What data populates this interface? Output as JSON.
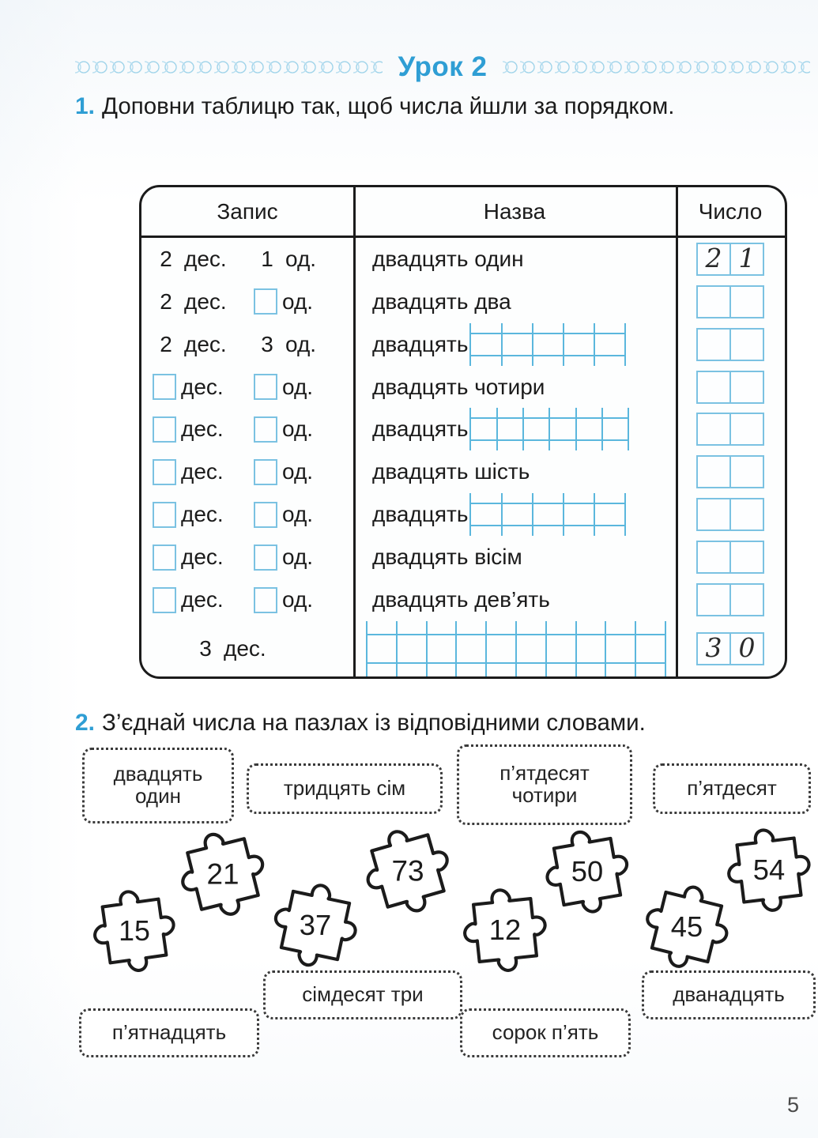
{
  "header": {
    "lesson_title": "Урок 2",
    "decoration": "diamond-chain"
  },
  "tasks": [
    {
      "number": "1.",
      "text": "Доповни таблицю так, щоб числа йшли за порядком."
    },
    {
      "number": "2.",
      "text": "З’єднай числа на пазлах із відповідними словами."
    }
  ],
  "table": {
    "headers": [
      "Запис",
      "Назва",
      "Число"
    ],
    "rows": [
      {
        "tens": "2",
        "tens_blank": false,
        "ones": "1",
        "ones_blank": false,
        "name": "двадцять один",
        "name_ruled": false,
        "number": "21",
        "number_digits": [
          "2",
          "1"
        ]
      },
      {
        "tens": "2",
        "tens_blank": false,
        "ones": "",
        "ones_blank": true,
        "name": "двадцять два",
        "name_ruled": false,
        "number": "",
        "number_digits": [
          "",
          ""
        ]
      },
      {
        "tens": "2",
        "tens_blank": false,
        "ones": "3",
        "ones_blank": false,
        "name": "двадцять",
        "name_ruled": true,
        "number": "",
        "number_digits": [
          "",
          ""
        ]
      },
      {
        "tens": "",
        "tens_blank": true,
        "ones": "",
        "ones_blank": true,
        "name": "двадцять чотири",
        "name_ruled": false,
        "number": "",
        "number_digits": [
          "",
          ""
        ]
      },
      {
        "tens": "",
        "tens_blank": true,
        "ones": "",
        "ones_blank": true,
        "name": "двадцять",
        "name_ruled": true,
        "number": "",
        "number_digits": [
          "",
          ""
        ]
      },
      {
        "tens": "",
        "tens_blank": true,
        "ones": "",
        "ones_blank": true,
        "name": "двадцять шість",
        "name_ruled": false,
        "number": "",
        "number_digits": [
          "",
          ""
        ]
      },
      {
        "tens": "",
        "tens_blank": true,
        "ones": "",
        "ones_blank": true,
        "name": "двадцять",
        "name_ruled": true,
        "number": "",
        "number_digits": [
          "",
          ""
        ]
      },
      {
        "tens": "",
        "tens_blank": true,
        "ones": "",
        "ones_blank": true,
        "name": "двадцять вісім",
        "name_ruled": false,
        "number": "",
        "number_digits": [
          "",
          ""
        ]
      },
      {
        "tens": "",
        "tens_blank": true,
        "ones": "",
        "ones_blank": true,
        "name": "двадцять дев’ять",
        "name_ruled": false,
        "number": "",
        "number_digits": [
          "",
          ""
        ]
      },
      {
        "tens": "3",
        "tens_blank": false,
        "ones": null,
        "ones_blank": false,
        "name": "",
        "name_ruled": true,
        "last_row": true,
        "number": "30",
        "number_digits": [
          "3",
          "0"
        ]
      }
    ],
    "unit_tens": "дес.",
    "unit_ones": "од."
  },
  "puzzle_section": {
    "word_chips_top": [
      {
        "text": "двадцять\nодин"
      },
      {
        "text": "тридцять сім"
      },
      {
        "text": "п’ятдесят\nчотири"
      },
      {
        "text": "п’ятдесят"
      }
    ],
    "word_chips_bottom": [
      {
        "text": "п’ятнадцять"
      },
      {
        "text": "сімдесят три"
      },
      {
        "text": "сорок п’ять"
      },
      {
        "text": "дванадцять"
      }
    ],
    "pieces": [
      {
        "value": "15"
      },
      {
        "value": "21"
      },
      {
        "value": "37"
      },
      {
        "value": "73"
      },
      {
        "value": "12"
      },
      {
        "value": "50"
      },
      {
        "value": "45"
      },
      {
        "value": "54"
      }
    ]
  },
  "footer": {
    "page_number": "5"
  },
  "colors": {
    "accent_blue": "#2f9ed4",
    "rule_blue": "#5bb7dd",
    "box_blue": "#7bc2e2",
    "ink": "#1b1b1b"
  }
}
